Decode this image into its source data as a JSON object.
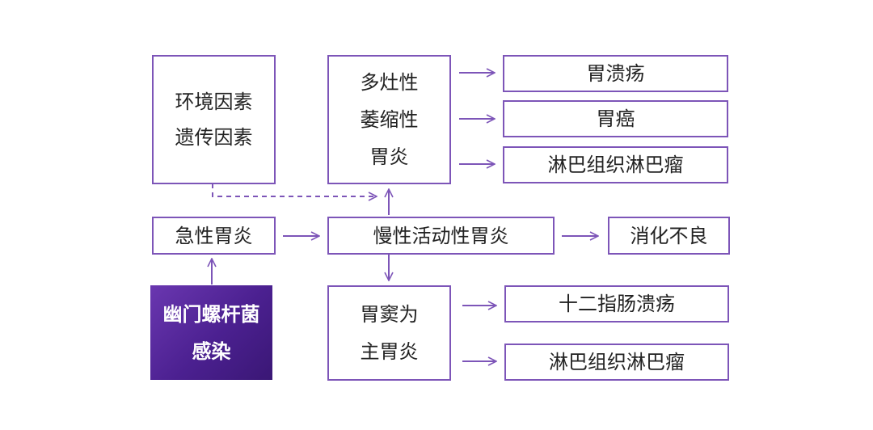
{
  "colors": {
    "accent": "#7d55b8",
    "dark_fill": "#4b2090",
    "text": "#222222"
  },
  "nodes": {
    "env": {
      "lines": [
        "环境因素",
        "遗传因素"
      ]
    },
    "multifocal": {
      "lines": [
        "多灶性",
        "萎缩性",
        "胃炎"
      ]
    },
    "gastric_ulcer": {
      "lines": [
        "胃溃疡"
      ]
    },
    "gastric_cancer": {
      "lines": [
        "胃癌"
      ]
    },
    "lymphoma_1": {
      "lines": [
        "淋巴组织淋巴瘤"
      ]
    },
    "acute": {
      "lines": [
        "急性胃炎"
      ]
    },
    "chronic_active": {
      "lines": [
        "慢性活动性胃炎"
      ]
    },
    "dyspepsia": {
      "lines": [
        "消化不良"
      ]
    },
    "hp": {
      "lines": [
        "幽门螺杆菌",
        "感染"
      ]
    },
    "antral": {
      "lines": [
        "胃窦为",
        "主胃炎"
      ]
    },
    "duodenal_ulcer": {
      "lines": [
        "十二指肠溃疡"
      ]
    },
    "lymphoma_2": {
      "lines": [
        "淋巴组织淋巴瘤"
      ]
    }
  },
  "edges": [
    {
      "from": "hp",
      "to": "acute",
      "style": "solid"
    },
    {
      "from": "acute",
      "to": "chronic_active",
      "style": "solid"
    },
    {
      "from": "chronic_active",
      "to": "dyspepsia",
      "style": "solid"
    },
    {
      "from": "chronic_active",
      "to": "multifocal",
      "style": "solid"
    },
    {
      "from": "chronic_active",
      "to": "antral",
      "style": "solid"
    },
    {
      "from": "env",
      "to": "multifocal",
      "style": "dashed"
    },
    {
      "from": "multifocal",
      "to": "gastric_ulcer",
      "style": "solid"
    },
    {
      "from": "multifocal",
      "to": "gastric_cancer",
      "style": "solid"
    },
    {
      "from": "multifocal",
      "to": "lymphoma_1",
      "style": "solid"
    },
    {
      "from": "antral",
      "to": "duodenal_ulcer",
      "style": "solid"
    },
    {
      "from": "antral",
      "to": "lymphoma_2",
      "style": "solid"
    }
  ]
}
